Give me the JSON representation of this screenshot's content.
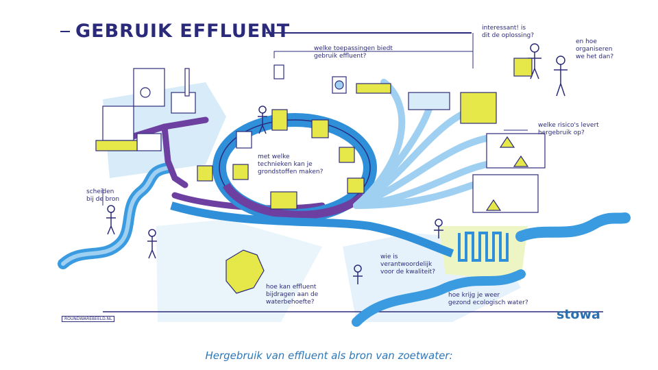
{
  "slide": {
    "title": "GEBRUIK EFFLUENT",
    "caption": "Hergebruik van effluent als bron van zoetwater:",
    "logo": "stowa",
    "credit": "ROUNDWAREBEELD.NL"
  },
  "questions": {
    "solution": "interessant! is\ndit de oplossing?",
    "organize": "en hoe\norganiseren\nwe het dan?",
    "applications": "welke toepassingen biedt\ngebruik effluent?",
    "techniques": "met welke\ntechnieken kan je\ngrondstoffen maken?",
    "risks": "welke risico's levert\nhergebruik op?",
    "separate": "scheiden\nbij de bron",
    "responsible": "wie is\nverantwoordelijk\nvoor de kwaliteit?",
    "water_need": "hoe kan effluent\nbijdragen aan de\nwaterbehoefte?",
    "ecology": "hoe krijg je weer\ngezond ecologisch water?"
  },
  "colors": {
    "navy": "#2b2a7a",
    "blue": "#2f8fd8",
    "light_blue": "#cfe6f7",
    "purple": "#6d3fa0",
    "yellow": "#e6e84a",
    "green_grey": "#dfe6dc"
  }
}
